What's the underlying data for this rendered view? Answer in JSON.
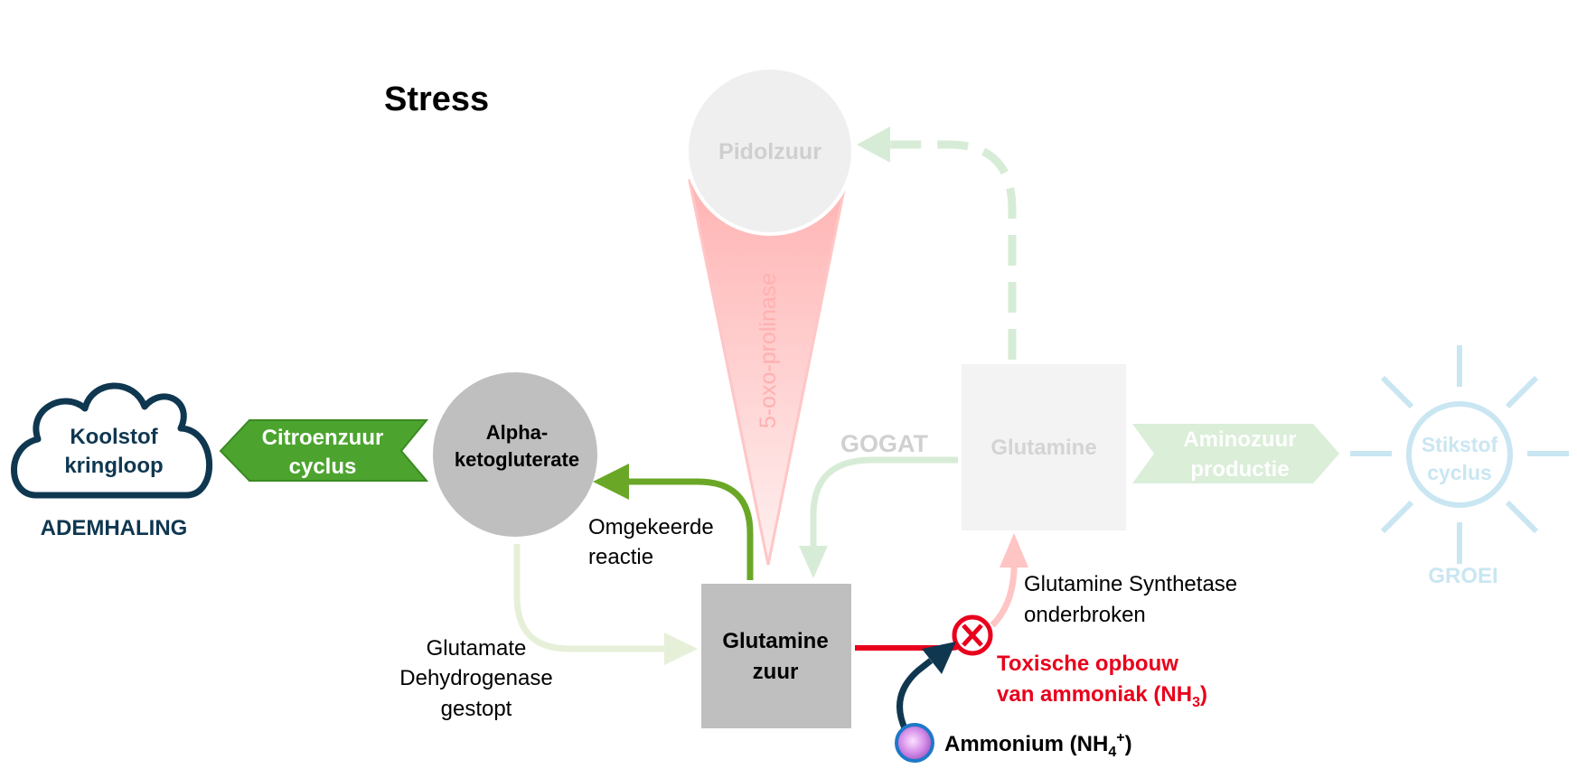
{
  "title": "Stress",
  "nodes": {
    "koolstof": {
      "line1": "Koolstof",
      "line2": "kringloop",
      "caption": "ADEMHALING"
    },
    "citroenzuur": {
      "line1": "Citroenzuur",
      "line2": "cyclus"
    },
    "alpha": {
      "line1": "Alpha-",
      "line2": "ketogluterate"
    },
    "pidolzuur": {
      "label": "Pidolzuur"
    },
    "oxoprolinase": {
      "label": "5-oxo-prolinase"
    },
    "glutamine": {
      "label": "Glutamine"
    },
    "gogat": {
      "label": "GOGAT"
    },
    "aminozuur": {
      "line1": "Aminozuur",
      "line2": "productie"
    },
    "stikstof": {
      "line1": "Stikstof",
      "line2": "cyclus",
      "caption": "GROEI"
    },
    "glutaminezuur": {
      "line1": "Glutamine",
      "line2": "zuur"
    },
    "ammonium": {
      "label": "Ammonium (NH",
      "sub": "4",
      "sup": "+",
      "close": ")"
    }
  },
  "labels": {
    "omgekeerde": {
      "line1": "Omgekeerde",
      "line2": "reactie"
    },
    "dehydrogenase": {
      "line1": "Glutamate",
      "line2": "Dehydrogenase",
      "line3": "gestopt"
    },
    "synthetase": {
      "line1": "Glutamine Synthetase",
      "line2": "onderbroken"
    },
    "toxisch": {
      "line1": "Toxische opbouw",
      "line2": "van ammoniak (NH",
      "sub": "3",
      "close": ")"
    }
  },
  "colors": {
    "navy": "#0f3750",
    "green": "#4ca42f",
    "green_arrow": "#6aa727",
    "gray_circle": "#bfbfbf",
    "faded_green": "#d7ecd6",
    "faded_blue": "#c9e6f2",
    "red": "#e8001c",
    "pink": "#ffc4c4"
  },
  "icons": {
    "blocked": "x-circle-icon",
    "ammonium": "ion-sphere-icon",
    "cloud": "cloud-icon",
    "sun": "sun-icon"
  }
}
